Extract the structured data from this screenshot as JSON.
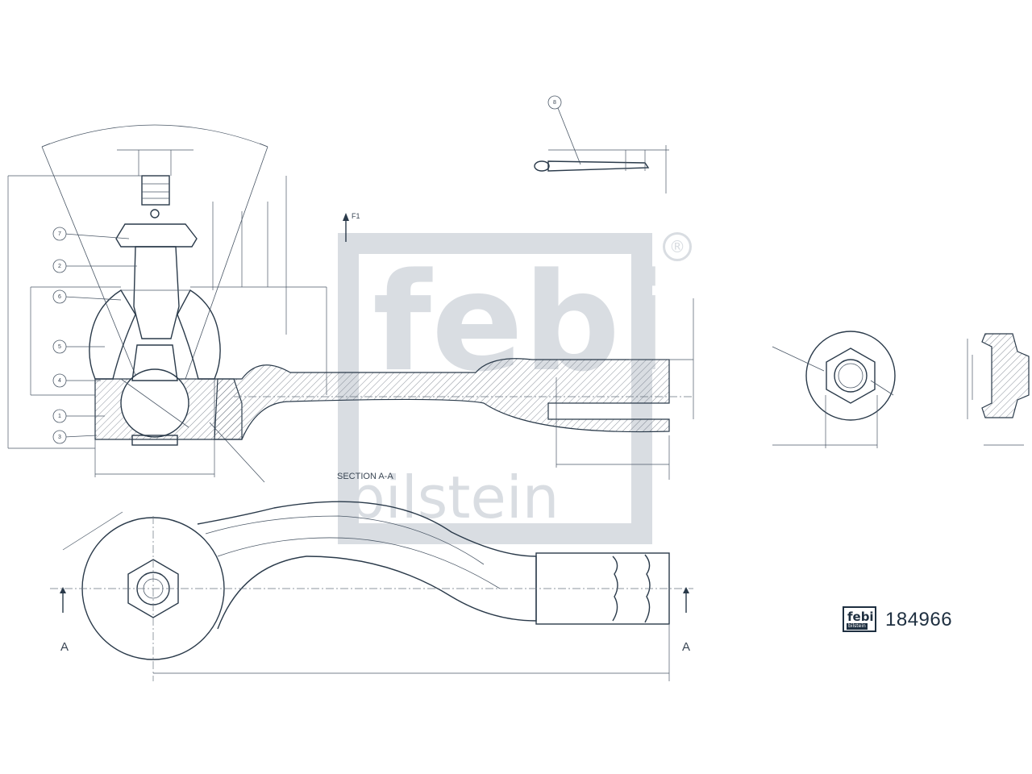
{
  "watermark": {
    "brand_top": "febi",
    "brand_bottom": "bilstein",
    "registered": "®"
  },
  "drawing": {
    "section_title": "SECTION A-A",
    "section_marker_left": "A",
    "section_marker_right": "A",
    "force_label": "F1",
    "callouts": [
      "7",
      "2",
      "6",
      "5",
      "4",
      "1",
      "3",
      "8"
    ]
  },
  "badge": {
    "logo_text": "febi",
    "logo_sub": "bilstein",
    "part_number": "184966"
  },
  "colors": {
    "line": "#2a3a4a",
    "watermark": "#d9dde2",
    "brand": "#1e2f40"
  }
}
